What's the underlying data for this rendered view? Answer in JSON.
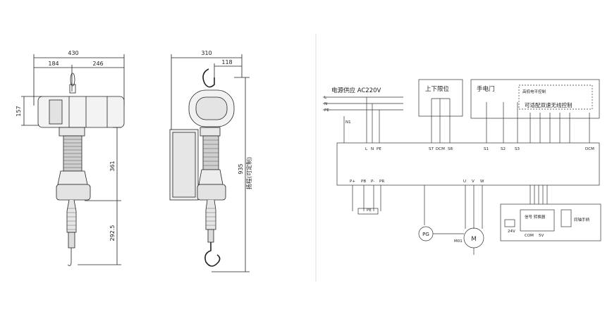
{
  "left_drawing": {
    "front_view": {
      "width_total": "430",
      "width_left": "184",
      "width_right": "246",
      "body_height": "157",
      "mid_height": "361",
      "lower_height": "292.5"
    },
    "side_view": {
      "width_total": "310",
      "width_right": "118",
      "total_height": "935",
      "height_note": "(可定制)",
      "height_prefix": "扬程"
    }
  },
  "wiring_diagram": {
    "power_label": "电源供应 AC220V",
    "limit_label": "上下限位",
    "door_label": "手电门",
    "level_control_label": "高低电平控制",
    "wireless_label": "可适配双速无线控制",
    "signal_box_label": "信号 转换器",
    "handle_label": "同轴手柄",
    "motor_label": "M",
    "motor_id": "M01",
    "encoder_label": "PG",
    "terminals_top": [
      "L",
      "N",
      "PE",
      "S7",
      "DCM",
      "S8",
      "S1",
      "S2",
      "S3",
      "DCM"
    ],
    "terminals_bottom_left": [
      "P+",
      "PB",
      "P-",
      "PR"
    ],
    "terminals_bottom_right": [
      "U",
      "V",
      "W"
    ],
    "power_lines": [
      "L",
      "N",
      "PE"
    ],
    "small_marks": [
      "N1",
      "PE",
      "24V",
      "COM",
      "5V"
    ]
  }
}
